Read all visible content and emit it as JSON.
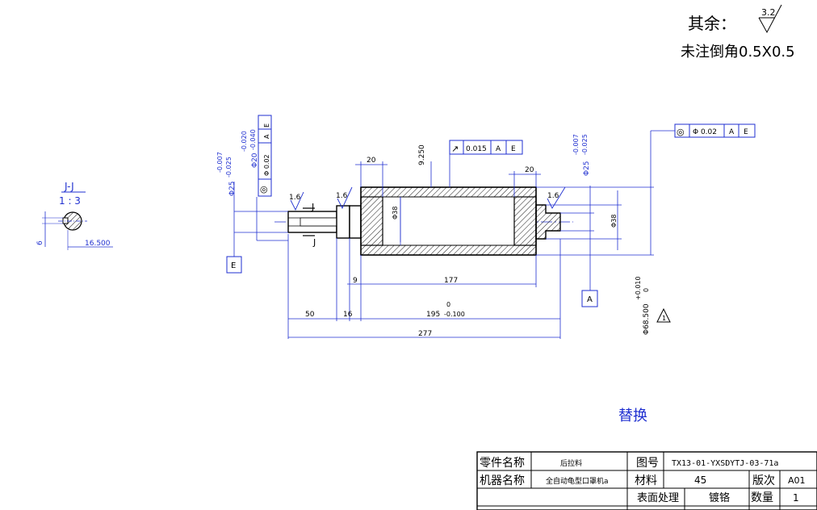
{
  "notes": {
    "qiyu": "其余：",
    "roughness_main": "3.2",
    "chamfer": "未注倒角0.5X0.5",
    "replace": "替换"
  },
  "section": {
    "label": "J-J",
    "scale": "1 : 3",
    "dim_width": "16.500",
    "dim_key": "6"
  },
  "roughness": [
    "1.6",
    "1.6",
    "1.6"
  ],
  "section_marks": [
    "J",
    "J"
  ],
  "gdt": {
    "left_vertical": {
      "symbol": "◎",
      "value": "Φ 0.02",
      "ref1": "A",
      "ref2": "E"
    },
    "runout": {
      "symbol": "↗",
      "value": "0.015",
      "ref1": "A",
      "ref2": "E"
    },
    "right": {
      "symbol": "◎",
      "value": "Φ 0.02",
      "ref1": "A",
      "ref2": "E"
    }
  },
  "datums": {
    "left": "E",
    "right": "A"
  },
  "dims": {
    "d25_left": "Φ25",
    "d25_left_tol_up": "-0.007",
    "d25_left_tol_dn": "-0.025",
    "d20": "Φ20",
    "d20_tol_up": "-0.020",
    "d20_tol_dn": "-0.040",
    "d25_right": "Φ25",
    "d25_right_tol_up": "-0.007",
    "d25_right_tol_dn": "-0.025",
    "d38_inner": "Φ38",
    "d38_right": "Φ38",
    "w20_left": "20",
    "w20_right": "20",
    "len_9250": "9.250",
    "len_9": "9",
    "len_177": "177",
    "len_50": "50",
    "len_16": "16",
    "len_195": "195",
    "len_195_tol_up": "0",
    "len_195_tol_dn": "-0.100",
    "len_277": "277",
    "d68": "Φ68.500",
    "d68_tol_up": "+0.010",
    "d68_tol_dn": "0",
    "warn": "1"
  },
  "title_block": {
    "part_name_label": "零件名称",
    "part_name_value": "后拉料",
    "drawing_no_label": "图号",
    "drawing_no_value": "TX13-01-YXSDYTJ-03-71a",
    "machine_label": "机器名称",
    "machine_value": "全自动龟型口罩机a",
    "material_label": "材料",
    "material_value": "45",
    "version_label": "版次",
    "version_value": "A01",
    "surface_label": "表面处理",
    "surface_value": "镀铬",
    "qty_label": "数量",
    "qty_value": "1"
  }
}
